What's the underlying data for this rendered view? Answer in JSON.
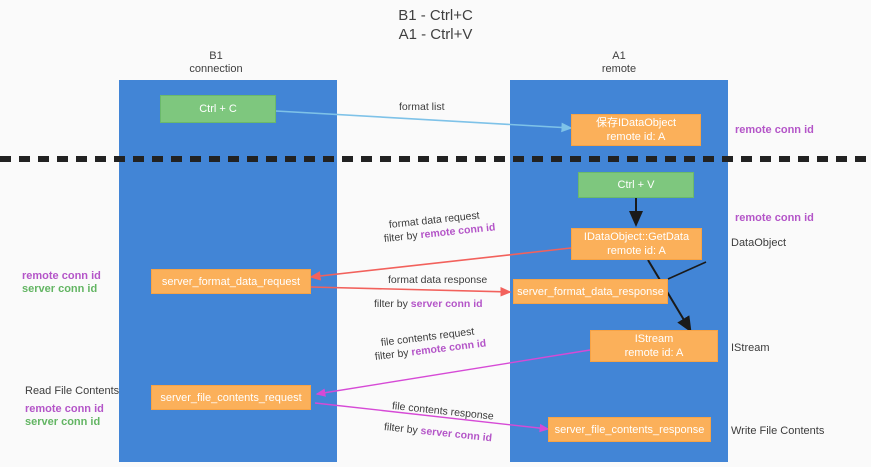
{
  "title": {
    "line1": "B1 - Ctrl+C",
    "line2": "A1 - Ctrl+V"
  },
  "columns": [
    {
      "name": "B1",
      "sub": "connection"
    },
    {
      "name": "A1",
      "sub": "remote"
    }
  ],
  "colors": {
    "lane": "#4285d6",
    "green_box": "#7ec77e",
    "orange_box": "#fbb05a",
    "remote_conn_id": "#b455c8",
    "server_conn_id": "#63b563",
    "arrow_blue": "#7ec2e8",
    "arrow_red": "#f2615c",
    "arrow_magenta": "#d64ad6",
    "arrow_black": "#1a1a1a",
    "separator": "#222222"
  },
  "boxes": {
    "ctrl_c": {
      "line1": "Ctrl + C"
    },
    "save_idataobject": {
      "line1": "保存IDataObject",
      "line2": "remote id: A"
    },
    "ctrl_v": {
      "line1": "Ctrl + V"
    },
    "getdata": {
      "line1": "IDataObject::GetData",
      "line2": "remote id: A"
    },
    "server_format_data_request": {
      "line1": "server_format_data_request"
    },
    "server_format_data_response": {
      "line1": "server_format_data_response"
    },
    "istream": {
      "line1": "IStream",
      "line2": "remote id: A"
    },
    "server_file_contents_request": {
      "line1": "server_file_contents_request"
    },
    "server_file_contents_response": {
      "line1": "server_file_contents_response"
    }
  },
  "edges": {
    "format_list": "format list",
    "format_data_request": "format data request",
    "format_data_request_filter_prefix": "filter by ",
    "format_data_request_filter_key": "remote conn id",
    "format_data_response": "format data response",
    "format_data_response_filter_prefix": "filter by ",
    "format_data_response_filter_key": "server conn id",
    "file_contents_request": "file contents request",
    "file_contents_request_filter_prefix": "filter by ",
    "file_contents_request_filter_key": "remote conn id",
    "file_contents_response": "file contents response",
    "file_contents_response_filter_prefix": "filter by ",
    "file_contents_response_filter_key": "server conn id"
  },
  "annotations": {
    "right_remote_conn_id_top": "remote conn id",
    "right_remote_conn_id_mid": "remote conn id",
    "right_dataobject": "DataObject",
    "right_istream": "IStream",
    "right_write_file_contents": "Write File Contents",
    "left_remote_conn_id_mid": "remote conn id",
    "left_server_conn_id_mid": "server conn id",
    "left_read_file_contents": "Read File Contents",
    "left_remote_conn_id_bottom": "remote conn id",
    "left_server_conn_id_bottom": "server conn id"
  }
}
